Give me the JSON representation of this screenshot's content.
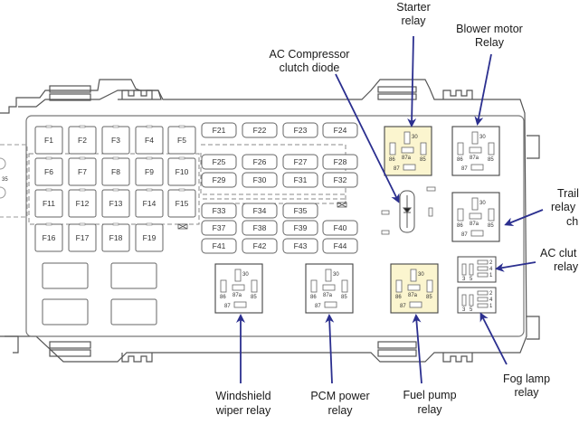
{
  "diagram": {
    "title": "Fuse and relay box layout",
    "colors": {
      "outline": "#555555",
      "arrow": "#2b2f8f",
      "highlight_relay": "#fbf5cf",
      "dashed": "#888888"
    },
    "fuses": {
      "left_block": [
        [
          "F1",
          "F2",
          "F3",
          "F4",
          "F5"
        ],
        [
          "F6",
          "F7",
          "F8",
          "F9",
          "F10"
        ],
        [
          "F11",
          "F12",
          "F13",
          "F14",
          "F15"
        ],
        [
          "F16",
          "F17",
          "F18",
          "F19"
        ]
      ],
      "right_block": [
        [
          "F21",
          "F22",
          "F23",
          "F24"
        ],
        [
          "F25",
          "F26",
          "F27",
          "F28"
        ],
        [
          "F29",
          "F30",
          "F31",
          "F32"
        ],
        [
          "F33",
          "F34",
          "F35"
        ],
        [
          "F37",
          "F38",
          "F39",
          "F40"
        ],
        [
          "F41",
          "F42",
          "F43",
          "F44"
        ]
      ]
    },
    "side_label": "35",
    "relay_pins": {
      "p30": "30",
      "p86": "86",
      "p87a": "87a",
      "p85": "85",
      "p87": "87"
    },
    "mini_relay_pins": {
      "p3": "3",
      "p5": "5",
      "p2": "2",
      "p4": "4",
      "p1": "1"
    },
    "callouts": {
      "starter": [
        "Starter",
        "relay"
      ],
      "blower": [
        "Blower motor",
        "Relay"
      ],
      "ac_diode": [
        "AC Compressor",
        "clutch diode"
      ],
      "trailer": [
        "Trail",
        "relay",
        "ch"
      ],
      "ac_clutch": [
        "AC clut",
        "relay"
      ],
      "wiper": [
        "Windshield",
        "wiper relay"
      ],
      "pcm": [
        "PCM power",
        "relay"
      ],
      "fuel": [
        "Fuel pump",
        "relay"
      ],
      "fog": [
        "Fog lamp",
        "relay"
      ]
    }
  }
}
